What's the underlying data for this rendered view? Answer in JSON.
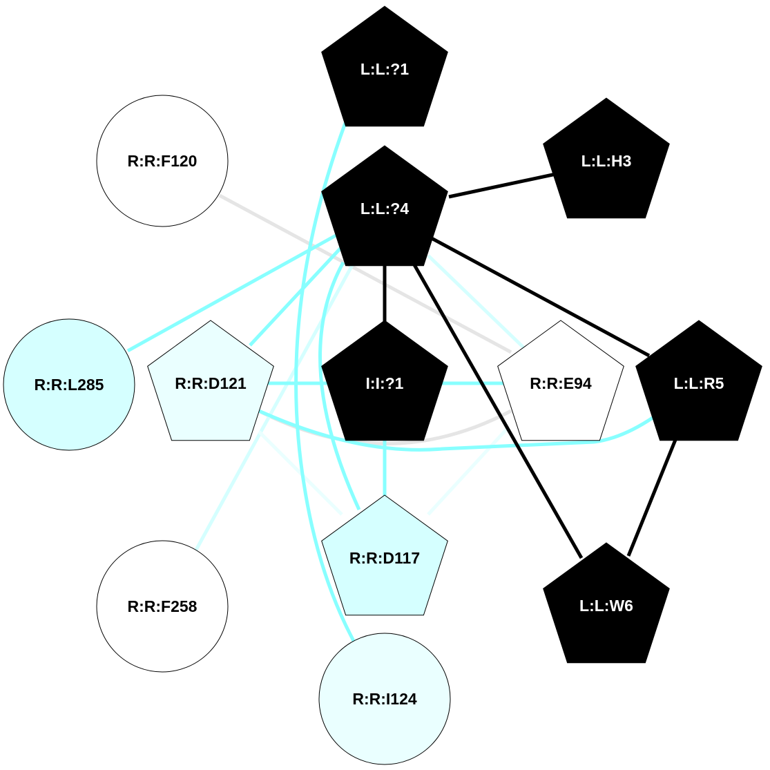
{
  "colors": {
    "ligand": "#000000",
    "strong_edge": "#88ffff",
    "weak_edge": "#d5ffff",
    "gray_edge": "#e5e5e5",
    "black_edge": "#000000"
  },
  "nodes": [
    {
      "id": "L:L:?1",
      "label": "L:L:?1",
      "shape": "pentagon",
      "fill": "#000000",
      "text": "#ffffff"
    },
    {
      "id": "R:R:F120",
      "label": "R:R:F120",
      "shape": "circle",
      "fill": "#ffffff",
      "text": "#000000"
    },
    {
      "id": "L:L:H3",
      "label": "L:L:H3",
      "shape": "pentagon",
      "fill": "#000000",
      "text": "#ffffff"
    },
    {
      "id": "L:L:?4",
      "label": "L:L:?4",
      "shape": "pentagon",
      "fill": "#000000",
      "text": "#ffffff"
    },
    {
      "id": "R:R:L285",
      "label": "R:R:L285",
      "shape": "circle",
      "fill": "#d5ffff",
      "text": "#000000"
    },
    {
      "id": "R:R:D121",
      "label": "R:R:D121",
      "shape": "pentagon",
      "fill": "#eaffff",
      "text": "#000000"
    },
    {
      "id": "I:I:?1",
      "label": "I:I:?1",
      "shape": "pentagon",
      "fill": "#000000",
      "text": "#ffffff"
    },
    {
      "id": "R:R:E94",
      "label": "R:R:E94",
      "shape": "pentagon",
      "fill": "#ffffff",
      "text": "#000000"
    },
    {
      "id": "L:L:R5",
      "label": "L:L:R5",
      "shape": "pentagon",
      "fill": "#000000",
      "text": "#ffffff"
    },
    {
      "id": "R:R:F258",
      "label": "R:R:F258",
      "shape": "circle",
      "fill": "#ffffff",
      "text": "#000000"
    },
    {
      "id": "R:R:D117",
      "label": "R:R:D117",
      "shape": "pentagon",
      "fill": "#d5ffff",
      "text": "#000000"
    },
    {
      "id": "L:L:W6",
      "label": "L:L:W6",
      "shape": "pentagon",
      "fill": "#000000",
      "text": "#ffffff"
    },
    {
      "id": "R:R:I124",
      "label": "R:R:I124",
      "shape": "circle",
      "fill": "#eaffff",
      "text": "#000000"
    }
  ],
  "edges": [
    {
      "source": "R:R:D121",
      "target": "R:R:E94",
      "color": "#e5e5e5"
    },
    {
      "source": "R:R:F120",
      "target": "R:R:E94",
      "color": "#e5e5e5"
    },
    {
      "source": "L:L:?4",
      "target": "L:L:F258_placeholder_skip",
      "color": "none"
    },
    {
      "source": "L:L:?4",
      "target": "R:R:F258",
      "color": "#d5ffff"
    },
    {
      "source": "L:L:?4",
      "target": "R:R:E94",
      "color": "#d5ffff"
    },
    {
      "source": "R:R:D121",
      "target": "R:R:D117",
      "color": "#eaffff"
    },
    {
      "source": "R:R:E94",
      "target": "R:R:D117",
      "color": "#eaffff"
    },
    {
      "source": "L:L:?1",
      "target": "R:R:I124",
      "color": "#88ffff"
    },
    {
      "source": "L:L:?4",
      "target": "R:R:L285",
      "color": "#88ffff"
    },
    {
      "source": "L:L:?4",
      "target": "R:R:D121",
      "color": "#88ffff"
    },
    {
      "source": "L:L:?4",
      "target": "R:R:D117",
      "color": "#88ffff"
    },
    {
      "source": "R:R:D121",
      "target": "I:I:?1",
      "color": "#88ffff"
    },
    {
      "source": "I:I:?1",
      "target": "R:R:E94",
      "color": "#88ffff"
    },
    {
      "source": "I:I:?1",
      "target": "R:R:D117",
      "color": "#88ffff"
    },
    {
      "source": "R:R:D121",
      "target": "L:L:R5",
      "color": "#88ffff"
    },
    {
      "source": "L:L:?4",
      "target": "L:L:H3",
      "color": "#000000"
    },
    {
      "source": "L:L:?4",
      "target": "I:I:?1",
      "color": "#000000"
    },
    {
      "source": "L:L:?4",
      "target": "L:L:R5",
      "color": "#000000"
    },
    {
      "source": "L:L:?4",
      "target": "L:L:W6",
      "color": "#000000"
    },
    {
      "source": "L:L:R5",
      "target": "L:L:W6",
      "color": "#000000"
    }
  ]
}
